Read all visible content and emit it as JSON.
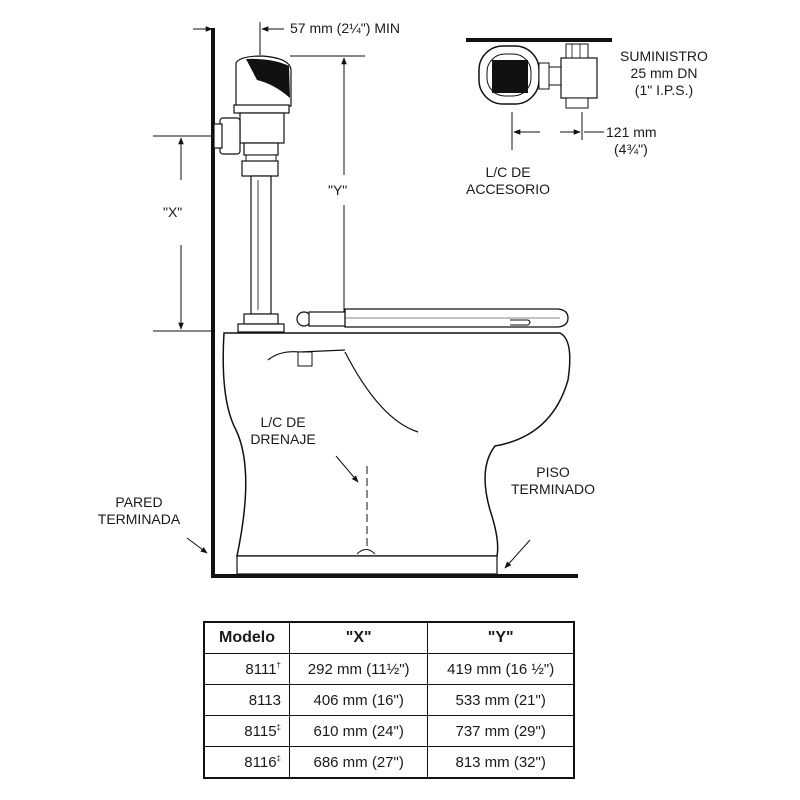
{
  "dimension_top": "57 mm (2¼\") MIN",
  "label_x": "\"X\"",
  "label_y": "\"Y\"",
  "supply": {
    "line1": "SUMINISTRO",
    "line2": "25 mm DN",
    "line3": "(1\" I.P.S.)"
  },
  "offset": {
    "line1": "121 mm",
    "line2": "(4¾\")"
  },
  "fixture_cl": {
    "line1": "L/C DE",
    "line2": "ACCESORIO"
  },
  "drain_cl": {
    "line1": "L/C DE",
    "line2": "DRENAJE"
  },
  "finished_floor": {
    "line1": "PISO",
    "line2": "TERMINADO"
  },
  "finished_wall": {
    "line1": "PARED",
    "line2": "TERMINADA"
  },
  "table": {
    "headers": [
      "Modelo",
      "\"X\"",
      "\"Y\""
    ],
    "rows": [
      {
        "model": "8111",
        "mark": "†",
        "x": "292 mm (11½\")",
        "y": "419 mm (16 ½\")"
      },
      {
        "model": "8113",
        "mark": "",
        "x": "406 mm (16\")",
        "y": "533 mm (21\")"
      },
      {
        "model": "8115",
        "mark": "‡",
        "x": "610 mm (24\")",
        "y": "737 mm (29\")"
      },
      {
        "model": "8116",
        "mark": "‡",
        "x": "686 mm (27\")",
        "y": "813 mm (32\")"
      }
    ]
  }
}
